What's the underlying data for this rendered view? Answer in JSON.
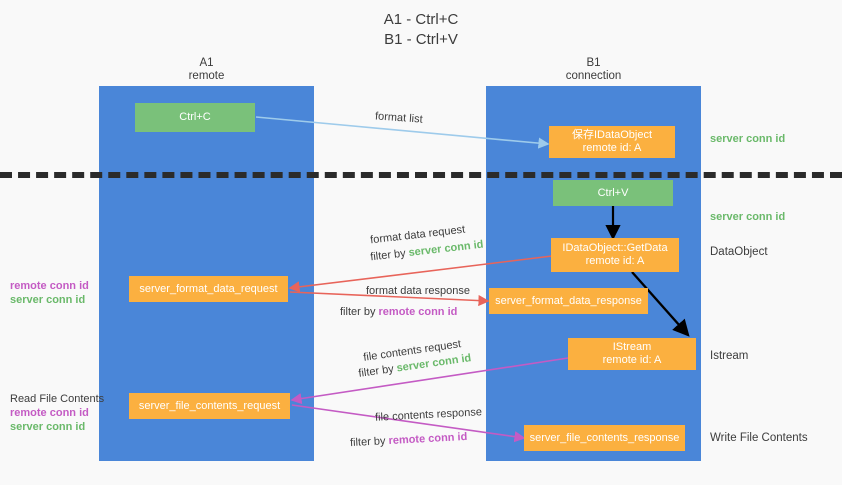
{
  "title": "A1 - Ctrl+C\nB1 - Ctrl+V",
  "columns": [
    {
      "id": "a1",
      "header": "A1\nremote"
    },
    {
      "id": "b1",
      "header": "B1\nconnection"
    }
  ],
  "nodes": {
    "ctrl_c": "Ctrl+C",
    "ctrl_v": "Ctrl+V",
    "idataobject": "保存IDataObject\nremote id: A",
    "getdata": "IDataObject::GetData\nremote id: A",
    "istream": "IStream\nremote id: A",
    "server_format_data_request": "server_format_data_request",
    "server_format_data_response": "server_format_data_response",
    "server_file_contents_request": "server_file_contents_request",
    "server_file_contents_response": "server_file_contents_response"
  },
  "right_labels": {
    "server_conn_id_1": "server conn id",
    "server_conn_id_2": "server conn id",
    "dataobject": "DataObject",
    "istream": "Istream",
    "write_file_contents": "Write File Contents"
  },
  "left_labels": {
    "read_file_contents": "Read File Contents",
    "remote_conn_id_1": "remote conn id",
    "server_conn_id_1": "server conn id",
    "remote_conn_id_2": "remote conn id",
    "server_conn_id_2": "server conn id"
  },
  "edges": {
    "format_list": "format list",
    "format_data_request": "format data request",
    "format_data_request_filter_prefix": "filter by ",
    "format_data_request_filter_value": "server conn id",
    "format_data_response": "format data response",
    "format_data_response_filter_prefix": "filter by ",
    "format_data_response_filter_value": "remote conn id",
    "file_contents_request": "file contents request",
    "file_contents_request_filter_prefix": "filter by ",
    "file_contents_request_filter_value": "server conn id",
    "file_contents_response": "file contents response",
    "file_contents_response_filter_prefix": "filter by ",
    "file_contents_response_filter_value": "remote conn id"
  },
  "colors": {
    "column_blue": "#4a86d8",
    "node_green": "#7ac17a",
    "node_orange": "#fbb040",
    "arrow_lightblue": "#9ecbeb",
    "arrow_red": "#e8645a",
    "arrow_purple": "#c45bc4",
    "arrow_black": "#000000",
    "text_green": "#6ab96a",
    "text_purple": "#c45bc4",
    "background": "#f9f9f9",
    "dashed_divider": "#2b2b2b"
  }
}
